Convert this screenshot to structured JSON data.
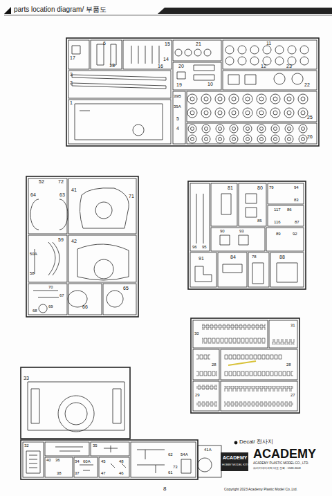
{
  "diagram": {
    "title": "parts location diagram/ 부품도",
    "labels": [
      "8",
      "Decal/ 전사지",
      "ACADEMY",
      "HOBBY MODEL KITS",
      "ACADEMY",
      "ACADEMY PLASTIC MODEL CO., LTD.",
      "㈜아카데미과학 대표 전화 : 1588-3608",
      "Copyright 2023 Academy Plastic Model Co.,Ltd.",
      "17",
      "6",
      "13",
      "16",
      "15",
      "14",
      "21",
      "11",
      "10",
      "12",
      "19",
      "20",
      "22",
      "23",
      "3",
      "2",
      "1",
      "39B",
      "39A",
      "5",
      "4",
      "25",
      "26",
      "52",
      "72",
      "64",
      "63",
      "41",
      "71",
      "50A",
      "58",
      "59",
      "42",
      "70",
      "67",
      "69",
      "68",
      "66",
      "65",
      "96",
      "95",
      "81",
      "80",
      "79",
      "94",
      "83",
      "85",
      "117",
      "86",
      "116",
      "87",
      "90",
      "93",
      "89",
      "92",
      "91",
      "84",
      "78",
      "88",
      "30",
      "31",
      "28",
      "28",
      "29",
      "27",
      "33",
      "32",
      "40",
      "35",
      "36",
      "60A",
      "34",
      "38",
      "37",
      "45",
      "47",
      "48",
      "46",
      "62",
      "61",
      "54A",
      "73",
      "41A"
    ]
  }
}
